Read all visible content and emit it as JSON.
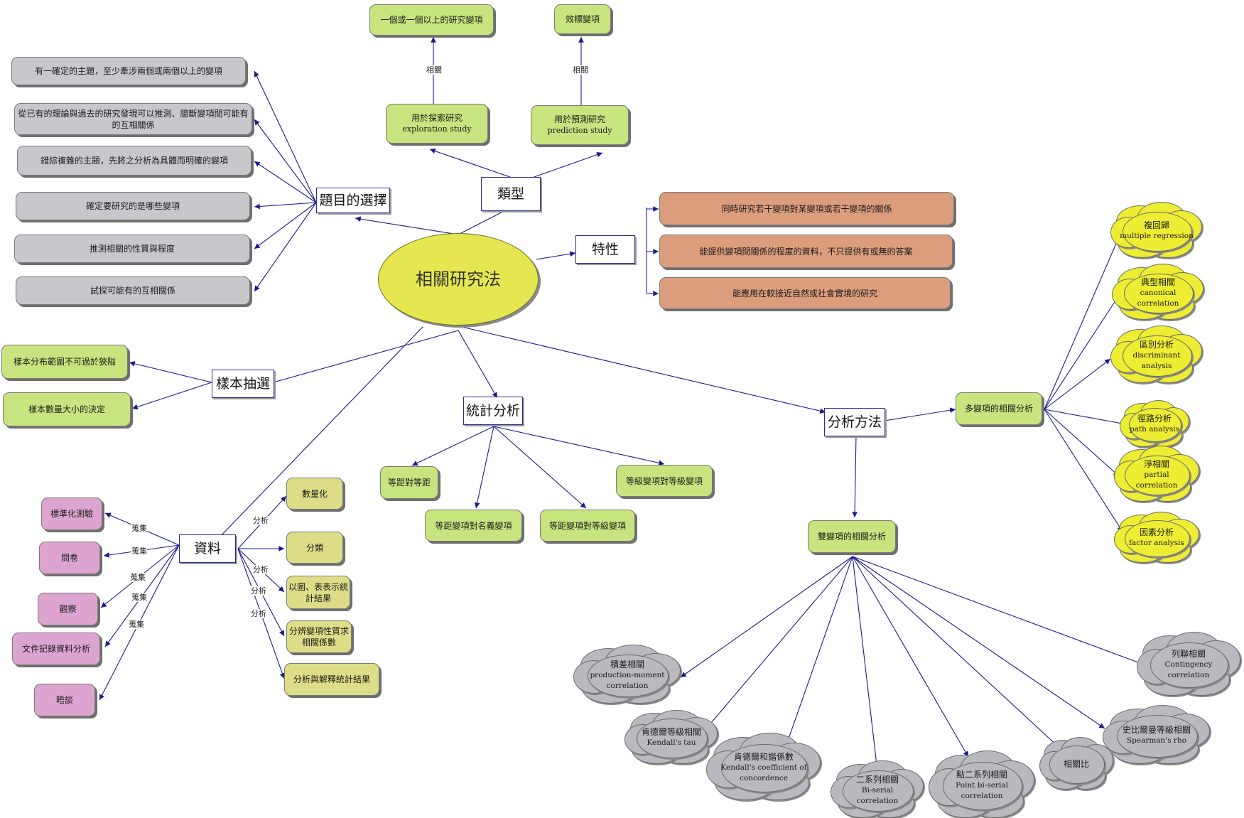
{
  "center": "相關研究法",
  "branches": {
    "topic": "題目的選擇",
    "types": "類型",
    "traits": "特性",
    "sampling": "樣本抽選",
    "stats": "統計分析",
    "methods": "分析方法",
    "data": "資料"
  },
  "topic_items": [
    "有一確定的主題，至少牽涉兩個或兩個以上的變項",
    "從已有的理論與過去的研究發現可以推測、臆斷變項間可能有的互相關係",
    "錯綜複雜的主題，先將之分析為具體而明確的變項",
    "確定要研究的是哪些變項",
    "推測相關的性質與程度",
    "試探可能有的互相關係"
  ],
  "types": {
    "explore": {
      "zh": "用於探索研究",
      "en": "exploration study",
      "target": "一個或一個以上的研究變項"
    },
    "predict": {
      "zh": "用於預測研究",
      "en": "prediction study",
      "target": "效標變項"
    },
    "link_label": "相關"
  },
  "traits": [
    "同時研究若干變項對某變項或若干變項的關係",
    "能提供變項間關係的程度的資料，不只提供有或無的答案",
    "能應用在較接近自然或社會實境的研究"
  ],
  "sampling_items": [
    "樣本分布範圍不可過於狹隘",
    "樣本數量大小的決定"
  ],
  "stats_items": [
    "等距對等距",
    "等距變項對名義變項",
    "等距變項對等級變項",
    "等級變項對等級變項"
  ],
  "data_sources": [
    "標準化測驗",
    "問卷",
    "觀察",
    "文件記錄資料分析",
    "晤談"
  ],
  "data_outputs": [
    "數量化",
    "分類",
    "以圖、表表示統計結果",
    "分辨變項性質求相關係數",
    "分析與解釋統計結果"
  ],
  "data_labels": {
    "collect": "蒐集",
    "analyze": "分析"
  },
  "methods": {
    "multi": "多變項的相關分析",
    "bi": "雙變項的相關分析",
    "multi_items": [
      {
        "zh": "複回歸",
        "en": "multiple regression"
      },
      {
        "zh": "典型相關",
        "en": "canonical correlation"
      },
      {
        "zh": "區別分析",
        "en": "discriminant analysis"
      },
      {
        "zh": "徑路分析",
        "en": "path analysis"
      },
      {
        "zh": "淨相關",
        "en": "partial correlation"
      },
      {
        "zh": "因素分析",
        "en": "factor analysis"
      }
    ],
    "bi_items": [
      {
        "zh": "積差相關",
        "en": "production-moment correlation"
      },
      {
        "zh": "肯德爾等級相關",
        "en": "Kendall's tau"
      },
      {
        "zh": "肯德爾和諧係數",
        "en": "Kendall's coefficient of concordence"
      },
      {
        "zh": "二系列相關",
        "en": "Bi-serial correlation"
      },
      {
        "zh": "點二系列相關",
        "en": "Point bi-serial correlation"
      },
      {
        "zh": "相關比",
        "en": ""
      },
      {
        "zh": "史比爾曼等級相關",
        "en": "Spearman's rho"
      },
      {
        "zh": "列聯相關",
        "en": "Contingency correlation"
      }
    ]
  },
  "colors": {
    "line": "#1a1a8c",
    "green": "#c8e47e",
    "gray": "#c8c8cc",
    "salmon": "#dc9d7c",
    "pink": "#dda4cf",
    "khaki": "#dddd88",
    "yellow_cloud": "#eded33",
    "gray_cloud": "#b9b9bf",
    "center": "#e6e650"
  }
}
